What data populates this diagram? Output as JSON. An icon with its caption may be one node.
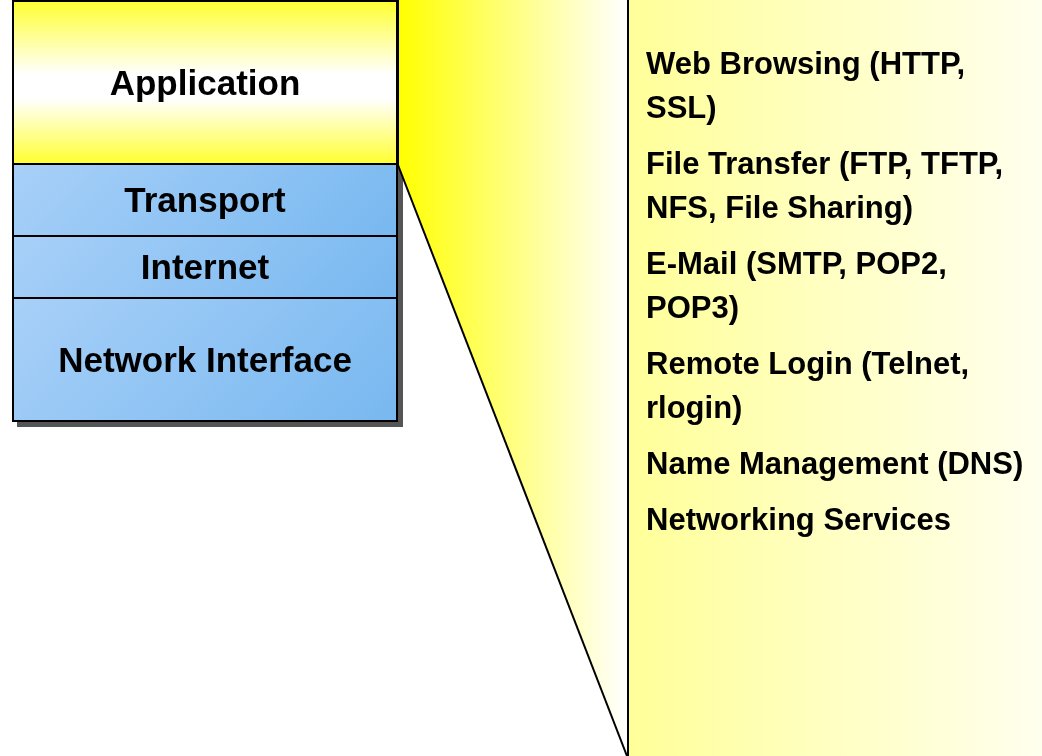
{
  "diagram": {
    "nodes": [
      {
        "text": [
          "Application"
        ]
      },
      {
        "text": [
          "Transport"
        ]
      },
      {
        "text": [
          "Internet"
        ]
      },
      {
        "text": [
          "Network Interface"
        ]
      },
      {
        "text": [
          "Web Browsing (HTTP, SSL)",
          "File Transfer (FTP, TFTP, NFS, File Sharing)",
          "E-Mail (SMTP, POP2, POP3)",
          "Remote Login (Telnet, rlogin)",
          "Name Management (DNS)",
          "Networking Services"
        ]
      }
    ],
    "edges": [
      {
        "from": 0,
        "to": 4,
        "arrow": "none"
      }
    ]
  }
}
